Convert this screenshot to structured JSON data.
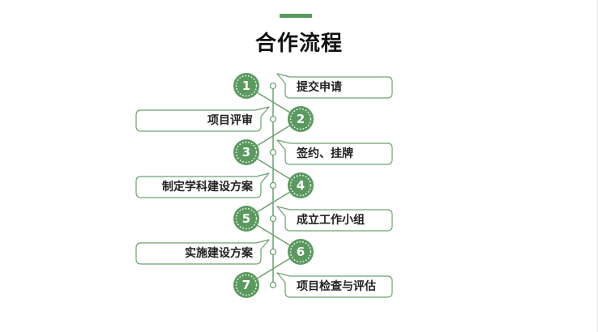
{
  "title": "合作流程",
  "colors": {
    "accent": "#5b9a5f",
    "line": "#6aa36d",
    "text": "#222222"
  },
  "steps": [
    {
      "number": "1",
      "label": "提交申请"
    },
    {
      "number": "2",
      "label": "项目评审"
    },
    {
      "number": "3",
      "label": "签约、挂牌"
    },
    {
      "number": "4",
      "label": "制定学科建设方案"
    },
    {
      "number": "5",
      "label": "成立工作小组"
    },
    {
      "number": "6",
      "label": "实施建设方案"
    },
    {
      "number": "7",
      "label": "项目检查与评估"
    }
  ]
}
